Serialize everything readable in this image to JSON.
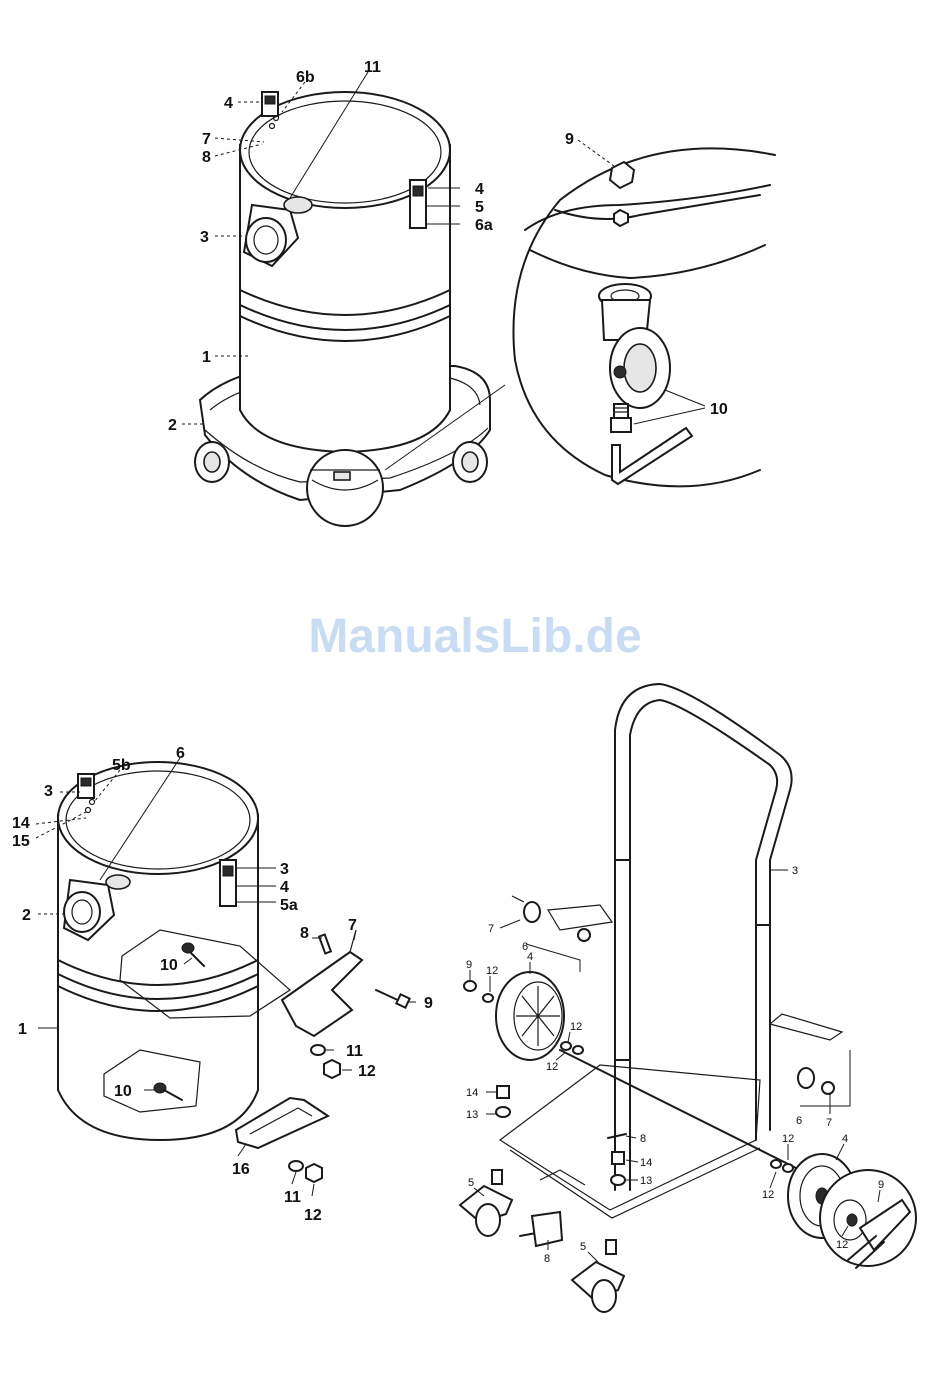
{
  "watermark": "ManualsLib.de",
  "figure_top": {
    "callouts": [
      "11",
      "6b",
      "4",
      "7",
      "8",
      "9",
      "4",
      "5",
      "6a",
      "3",
      "1",
      "2",
      "10"
    ]
  },
  "figure_bottom_left": {
    "callouts": [
      "6",
      "5b",
      "3",
      "14",
      "15",
      "3",
      "4",
      "5a",
      "2",
      "8",
      "7",
      "10",
      "9",
      "1",
      "11",
      "12",
      "10",
      "16",
      "11",
      "12"
    ]
  },
  "figure_bottom_right": {
    "callouts": [
      "3",
      "7",
      "6",
      "9",
      "12",
      "4",
      "12",
      "12",
      "14",
      "13",
      "8",
      "14",
      "13",
      "5",
      "8",
      "5",
      "12",
      "4",
      "12",
      "9",
      "12",
      "6",
      "7"
    ]
  }
}
